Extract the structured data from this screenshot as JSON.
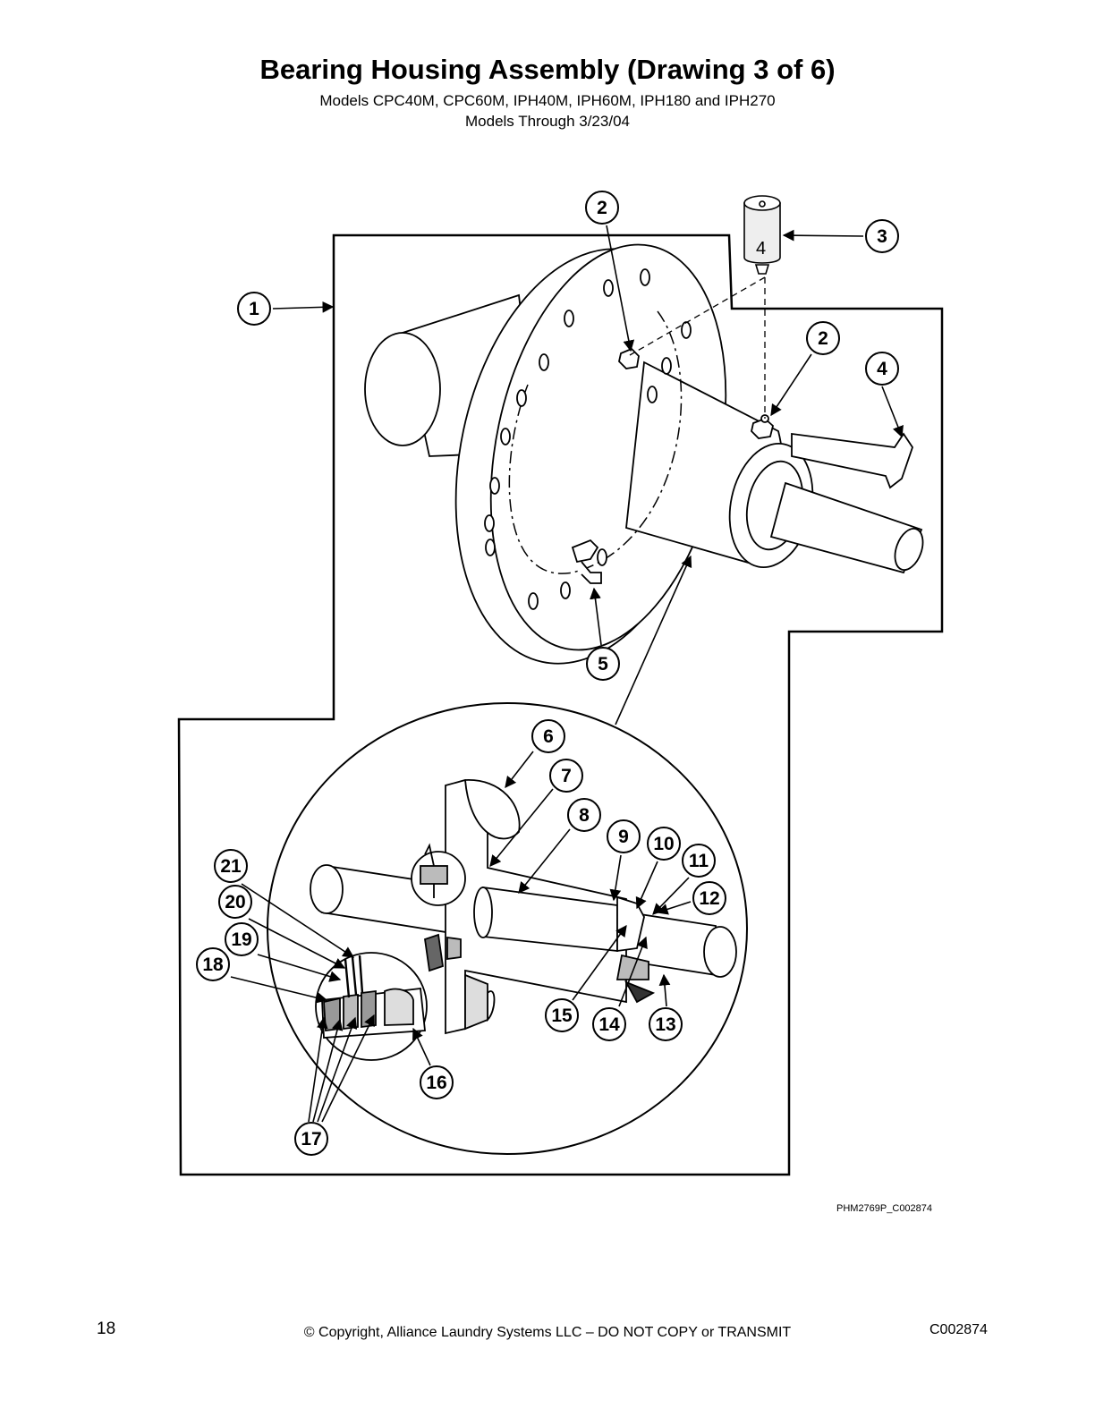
{
  "page": {
    "title": "Bearing Housing Assembly (Drawing 3 of 6)",
    "subtitle_models": "Models CPC40M, CPC60M, IPH40M, IPH60M, IPH180 and IPH270",
    "subtitle_dates": "Models Through 3/23/04",
    "figure_id": "PHM2769P_C002874",
    "page_number": "18",
    "copyright": "© Copyright, Alliance Laundry Systems LLC – DO NOT COPY or TRANSMIT",
    "document_id": "C002874"
  },
  "canister_label": "4",
  "callouts": [
    {
      "id": "c1",
      "label": "1"
    },
    {
      "id": "c2a",
      "label": "2"
    },
    {
      "id": "c3",
      "label": "3"
    },
    {
      "id": "c2b",
      "label": "2"
    },
    {
      "id": "c4",
      "label": "4"
    },
    {
      "id": "c5",
      "label": "5"
    },
    {
      "id": "c6",
      "label": "6"
    },
    {
      "id": "c7",
      "label": "7"
    },
    {
      "id": "c8",
      "label": "8"
    },
    {
      "id": "c9",
      "label": "9"
    },
    {
      "id": "c10",
      "label": "10"
    },
    {
      "id": "c11",
      "label": "11"
    },
    {
      "id": "c12",
      "label": "12"
    },
    {
      "id": "c21",
      "label": "21"
    },
    {
      "id": "c20",
      "label": "20"
    },
    {
      "id": "c19",
      "label": "19"
    },
    {
      "id": "c18",
      "label": "18"
    },
    {
      "id": "c15",
      "label": "15"
    },
    {
      "id": "c14",
      "label": "14"
    },
    {
      "id": "c13",
      "label": "13"
    },
    {
      "id": "c16",
      "label": "16"
    },
    {
      "id": "c17",
      "label": "17"
    }
  ]
}
